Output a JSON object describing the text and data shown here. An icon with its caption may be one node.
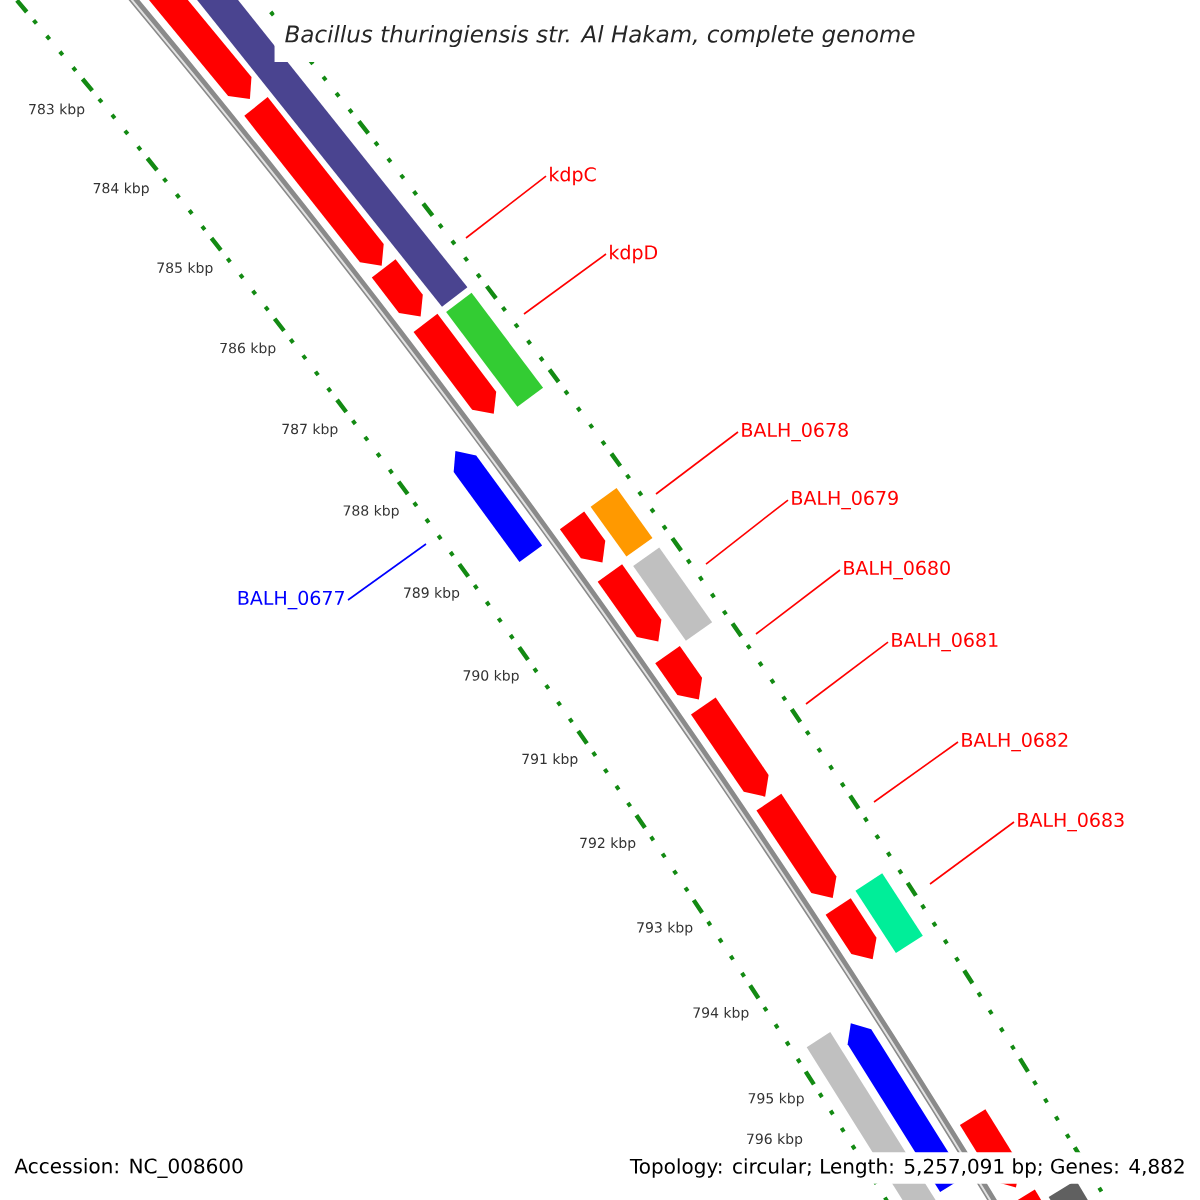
{
  "diagram": {
    "title": "Bacillus thuringiensis str. Al Hakam, complete genome",
    "nodes": [
      {
        "text": [
          "kdpC"
        ]
      },
      {
        "text": [
          "kdpD"
        ]
      },
      {
        "text": [
          "BALH_0678"
        ]
      },
      {
        "text": [
          "BALH_0679"
        ]
      },
      {
        "text": [
          "BALH_0680"
        ]
      },
      {
        "text": [
          "BALH_0677"
        ]
      },
      {
        "text": [
          "BALH_0681"
        ]
      },
      {
        "text": [
          "BALH_0682"
        ]
      },
      {
        "text": [
          "BALH_0683"
        ]
      }
    ],
    "edges": [
      {
        "from": 0,
        "to": null,
        "arrow": "none"
      },
      {
        "from": 1,
        "to": null,
        "arrow": "none"
      },
      {
        "from": 2,
        "to": null,
        "arrow": "none"
      },
      {
        "from": 3,
        "to": null,
        "arrow": "none"
      },
      {
        "from": 4,
        "to": null,
        "arrow": "none"
      },
      {
        "from": 5,
        "to": null,
        "arrow": "none",
        "color": "#0000ff"
      },
      {
        "from": 6,
        "to": null,
        "arrow": "none"
      },
      {
        "from": 7,
        "to": null,
        "arrow": "none"
      },
      {
        "from": 8,
        "to": null,
        "arrow": "none"
      }
    ],
    "labels": [
      "783 kbp",
      "784 kbp",
      "785 kbp",
      "786 kbp",
      "787 kbp",
      "788 kbp",
      "789 kbp",
      "790 kbp",
      "791 kbp",
      "792 kbp",
      "793 kbp",
      "794 kbp",
      "795 kbp",
      "796 kbp",
      "Accession: NC_008600",
      "Topology: circular; Length: 5,257,091 bp; Genes: 4,882"
    ]
  }
}
